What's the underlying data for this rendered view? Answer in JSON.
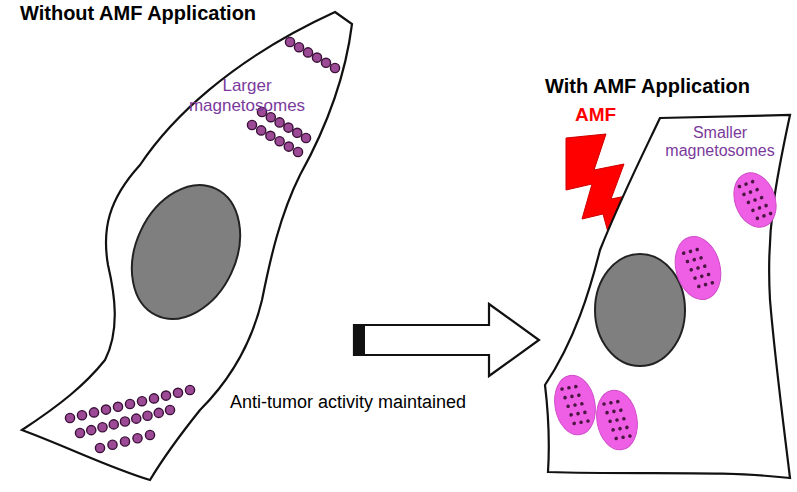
{
  "diagram": {
    "nodes": [
      {
        "text": [
          "Without AMF Application",
          "Larger magnetosomes"
        ]
      },
      {
        "text": [
          "With AMF Application",
          "Smaller magnetosomes"
        ]
      }
    ],
    "edges": [
      {
        "from": 0,
        "to": 1,
        "arrow": "to",
        "label": "Anti-tumor activity maintained"
      }
    ],
    "labels": [
      "AMF"
    ]
  }
}
